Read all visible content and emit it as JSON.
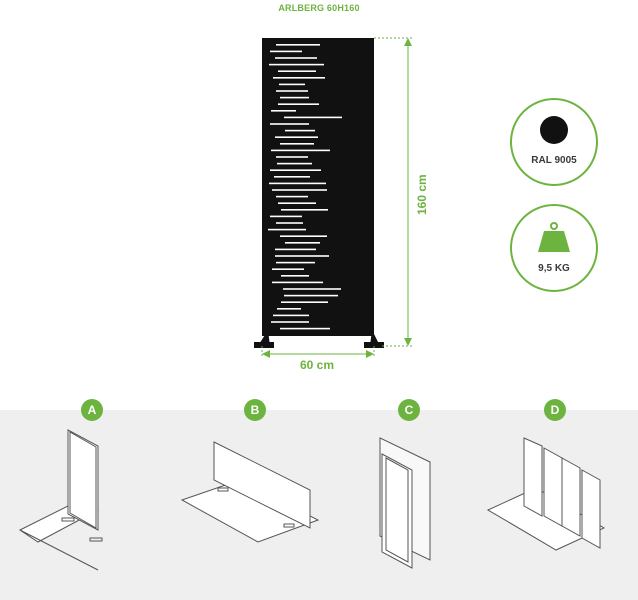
{
  "product_title": "ARLBERG 60H160",
  "dimensions": {
    "width_label": "60 cm",
    "height_label": "160 cm"
  },
  "badges": {
    "color": {
      "label": "RAL 9005",
      "icon": "color-dot-icon",
      "color": "#111111"
    },
    "weight": {
      "label": "9,5 KG",
      "icon": "weight-icon",
      "color": "#6db33f"
    }
  },
  "mounting_options": [
    {
      "letter": "A"
    },
    {
      "letter": "B"
    },
    {
      "letter": "C"
    },
    {
      "letter": "D"
    }
  ],
  "colors": {
    "accent": "#6db33f",
    "panel": "#111111"
  }
}
